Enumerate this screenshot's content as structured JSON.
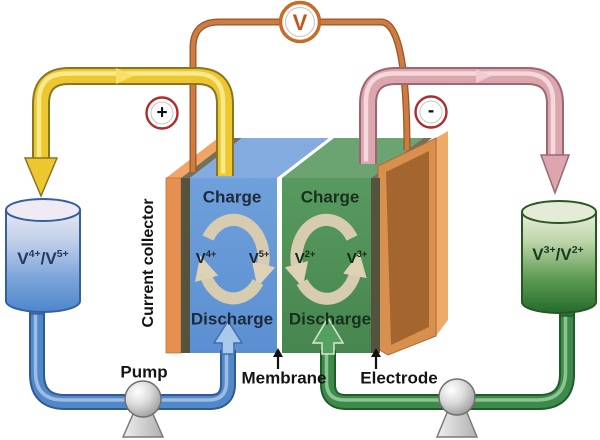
{
  "voltmeter": {
    "label": "V",
    "icon": "voltmeter-circle-V"
  },
  "terminals": {
    "positive": "+",
    "negative": "-"
  },
  "cell": {
    "collector_label": "Current collector",
    "membrane_label": "Membrane",
    "electrode_label": "Electrode",
    "left_half": {
      "charge": "Charge",
      "discharge": "Discharge",
      "from": {
        "el": "V",
        "sup": "4+"
      },
      "to": {
        "el": "V",
        "sup": "5+"
      }
    },
    "right_half": {
      "charge": "Charge",
      "discharge": "Discharge",
      "from": {
        "el": "V",
        "sup": "2+"
      },
      "to": {
        "el": "V",
        "sup": "3+"
      }
    }
  },
  "tanks": {
    "left": {
      "p1": "V",
      "s1": "4+",
      "p2": "/V",
      "s2": "5+"
    },
    "right": {
      "p1": "V",
      "s1": "3+",
      "p2": "/V",
      "s2": "2+"
    }
  },
  "pump_label": "Pump",
  "icons": {
    "pump": "sphere-on-cone",
    "flow_arrows": "curved-cycle-arrows",
    "pointers": "small-black-up-arrow"
  },
  "colors": {
    "wire_orange": "#c3763c",
    "pipe_yellow": "#e9c52b",
    "pipe_pink": "#d9a2aa",
    "pipe_blue": "#5288c8",
    "pipe_green": "#3d8a4a",
    "cell_blue": "#6096d6",
    "cell_green": "#4e9055",
    "collector_orange": "#e59050",
    "electrode_dark": "#55523e",
    "graphite_brown": "#a4662e",
    "cycle_arrow_beige": "#d5c9ad",
    "terminal_ring": "#b02c2c",
    "tank_blue_bottom": "#4e86cc",
    "tank_green_bottom": "#256b2d"
  }
}
